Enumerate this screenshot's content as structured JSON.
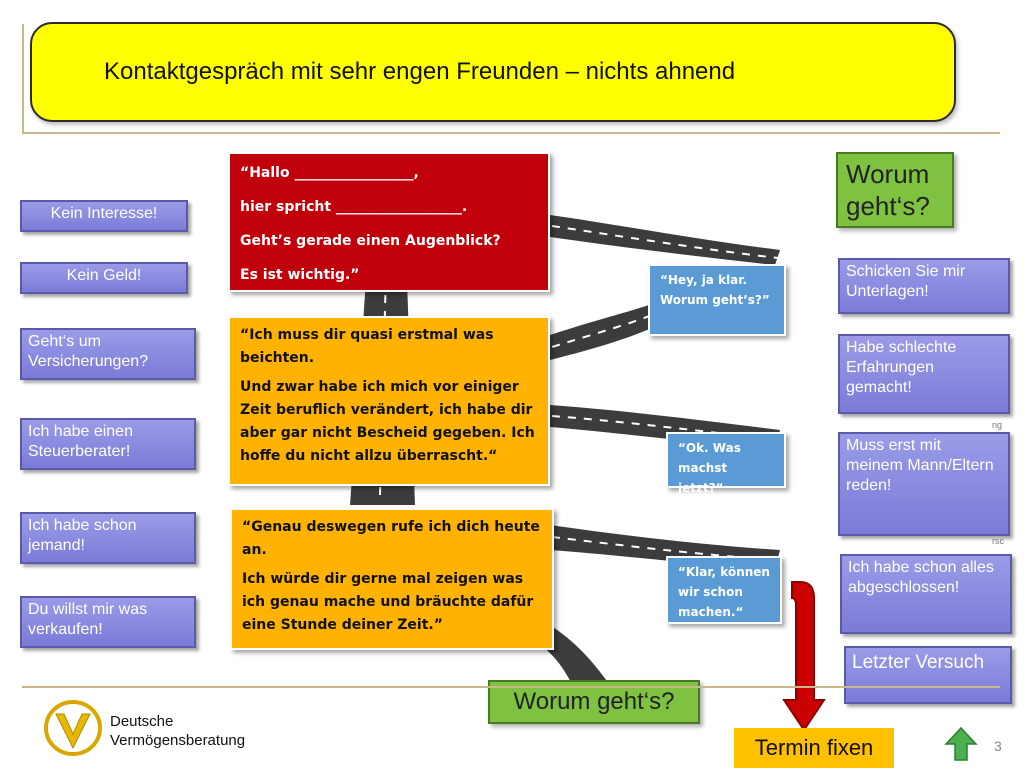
{
  "title": "Kontaktgespräch mit sehr engen Freunden – nichts ahnend",
  "objections_left": [
    "Kein Interesse!",
    "Kein Geld!",
    "Geht‘s um Versicherungen?",
    "Ich habe einen Steuerberater!",
    "Ich habe schon jemand!",
    "Du willst mir was verkaufen!"
  ],
  "objections_right": [
    "Schicken Sie mir Unterlagen!",
    "Habe schlechte Erfahrungen gemacht!",
    "Muss erst mit meinem Mann/Eltern reden!",
    "Ich habe schon alles abgeschlossen!",
    "Letzter Versuch"
  ],
  "script_red": [
    "“Hallo  _________________,",
    "hier spricht __________________.",
    "Geht’s gerade einen Augenblick?",
    "Es ist wichtig.”"
  ],
  "script_orange_1": [
    "“Ich muss dir quasi erstmal was beichten.",
    "Und zwar habe ich mich vor einiger Zeit beruflich verändert, ich habe dir aber gar nicht Bescheid gegeben. Ich hoffe du nicht allzu überrascht.“"
  ],
  "script_orange_2": [
    "“Genau deswegen rufe ich dich heute an.",
    "Ich würde dir gerne mal zeigen was ich genau mache und bräuchte dafür eine Stunde deiner Zeit.”"
  ],
  "replies": [
    [
      "“Hey, ja klar.",
      "Worum geht’s?”"
    ],
    [
      "“Ok.  Was machst jetzt?“"
    ],
    [
      "“Klar, können wir schon machen.“"
    ]
  ],
  "worum_top": "Worum geht‘s?",
  "worum_bottom": "Worum geht‘s?",
  "termin": "Termin fixen",
  "logo": {
    "line1": "Deutsche",
    "line2": "Vermögensberatung"
  },
  "page_number": "3",
  "side_fragments": [
    "ng",
    "rsc"
  ],
  "colors": {
    "title_bg": "#ffff00",
    "objection": "#8b8be0",
    "red": "#c0000b",
    "orange": "#ffb300",
    "blue": "#5b9bd5",
    "green": "#7fc241",
    "termin": "#ffc000"
  }
}
